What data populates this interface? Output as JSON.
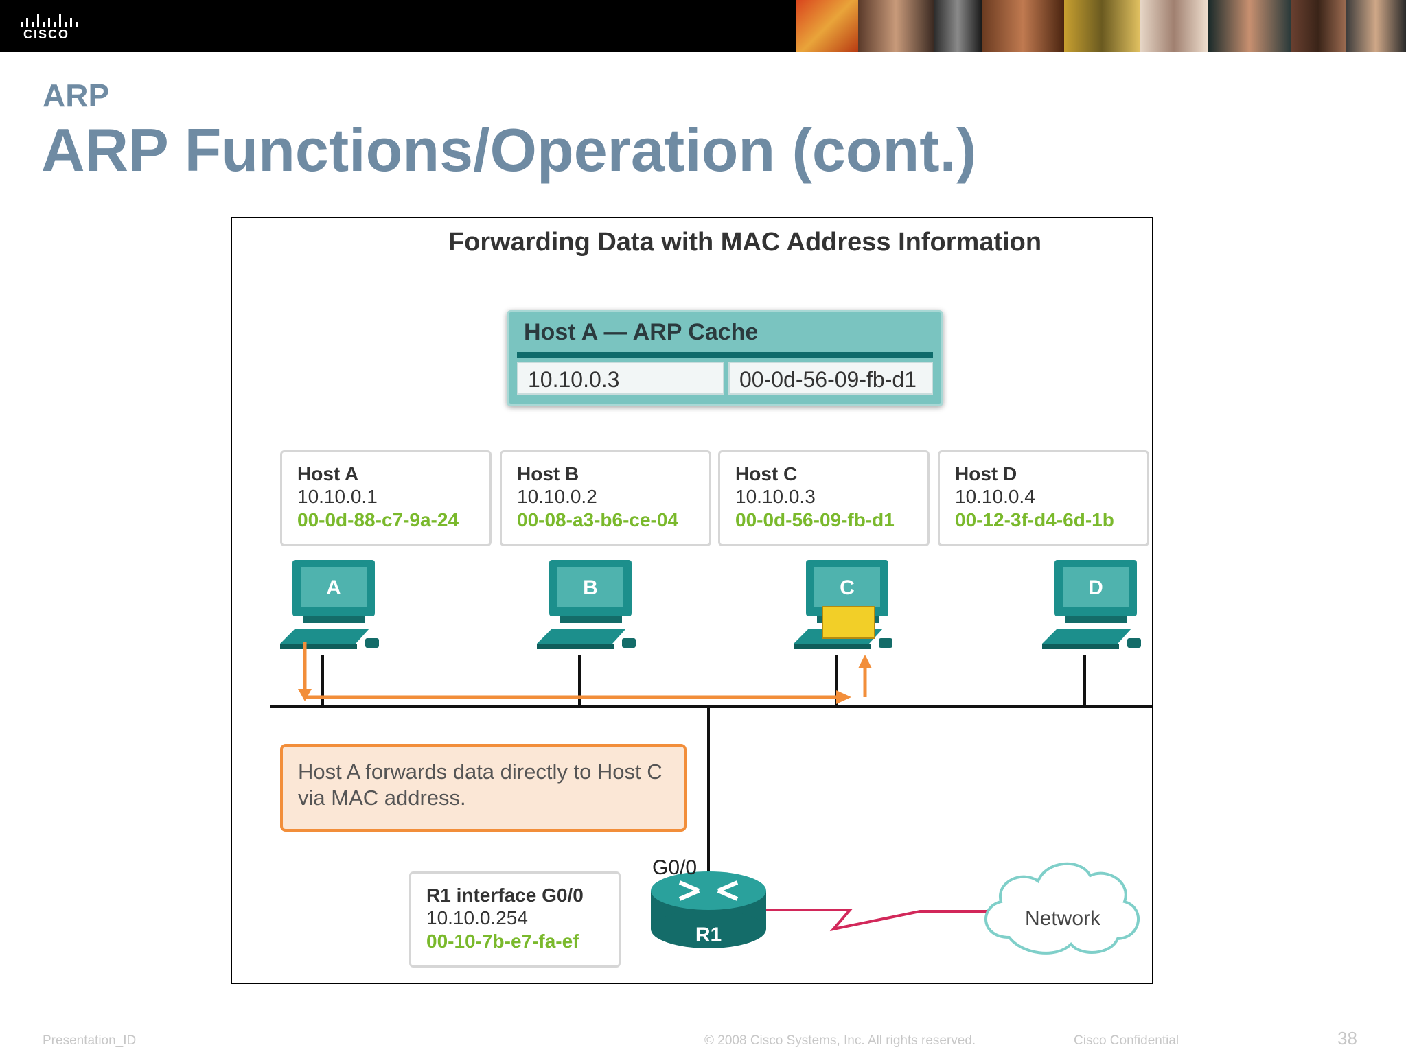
{
  "header": {
    "logo_text": "CISCO",
    "section": "ARP",
    "title": "ARP Functions/Operation (cont.)"
  },
  "diagram": {
    "title": "Forwarding Data with MAC Address Information",
    "arp_cache": {
      "heading": "Host A — ARP Cache",
      "ip": "10.10.0.3",
      "mac": "00-0d-56-09-fb-d1"
    },
    "hosts": [
      {
        "name": "Host A",
        "ip": "10.10.0.1",
        "mac": "00-0d-88-c7-9a-24",
        "label": "A"
      },
      {
        "name": "Host B",
        "ip": "10.10.0.2",
        "mac": "00-08-a3-b6-ce-04",
        "label": "B"
      },
      {
        "name": "Host C",
        "ip": "10.10.0.3",
        "mac": "00-0d-56-09-fb-d1",
        "label": "C"
      },
      {
        "name": "Host D",
        "ip": "10.10.0.4",
        "mac": "00-12-3f-d4-6d-1b",
        "label": "D"
      }
    ],
    "note": "Host A forwards data directly to Host C via MAC address.",
    "router": {
      "box_title": "R1 interface G0/0",
      "ip": "10.10.0.254",
      "mac": "00-10-7b-e7-fa-ef",
      "interface": "G0/0",
      "label": "R1"
    },
    "cloud_label": "Network"
  },
  "footer": {
    "left": "Presentation_ID",
    "center": "© 2008 Cisco Systems, Inc. All rights reserved.",
    "right": "Cisco Confidential",
    "page": "38"
  },
  "colors": {
    "title": "#6f8ba3",
    "teal": "#1c8f8c",
    "mac_green": "#7ab92c",
    "orange": "#f28e3a",
    "serial_red": "#d2285a"
  }
}
